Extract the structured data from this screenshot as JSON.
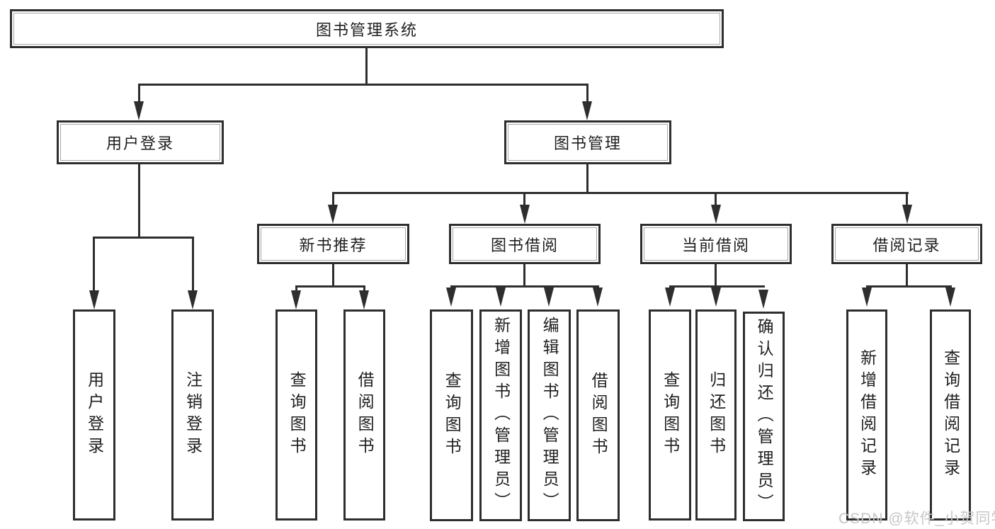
{
  "page": {
    "background": "#ffffff"
  },
  "colors": {
    "line": "#2e2e2e",
    "border": "#2e2e2e",
    "text": "#1f1f1f",
    "watermark": "#c6c6c6"
  },
  "diagram": {
    "root": {
      "label": "图书管理系统"
    },
    "level2": {
      "user_login": {
        "label": "用户登录"
      },
      "book_management": {
        "label": "图书管理"
      }
    },
    "level3": {
      "new_book_recommend": {
        "label": "新书推荐"
      },
      "book_borrow": {
        "label": "图书借阅"
      },
      "current_borrow": {
        "label": "当前借阅"
      },
      "borrow_record": {
        "label": "借阅记录"
      }
    },
    "leaves": {
      "user_login": [
        "用户登录",
        "注销登录"
      ],
      "new_book_recommend": [
        "查询图书",
        "借阅图书"
      ],
      "book_borrow": [
        "查询图书",
        "新增图书（管理员）",
        "编辑图书（管理员）",
        "借阅图书"
      ],
      "current_borrow": [
        "查询图书",
        "归还图书",
        "确认归还（管理员）"
      ],
      "borrow_record": [
        "新增借阅记录",
        "查询借阅记录"
      ]
    }
  },
  "watermark": {
    "text": "CSDN @软件_小贺同学"
  }
}
